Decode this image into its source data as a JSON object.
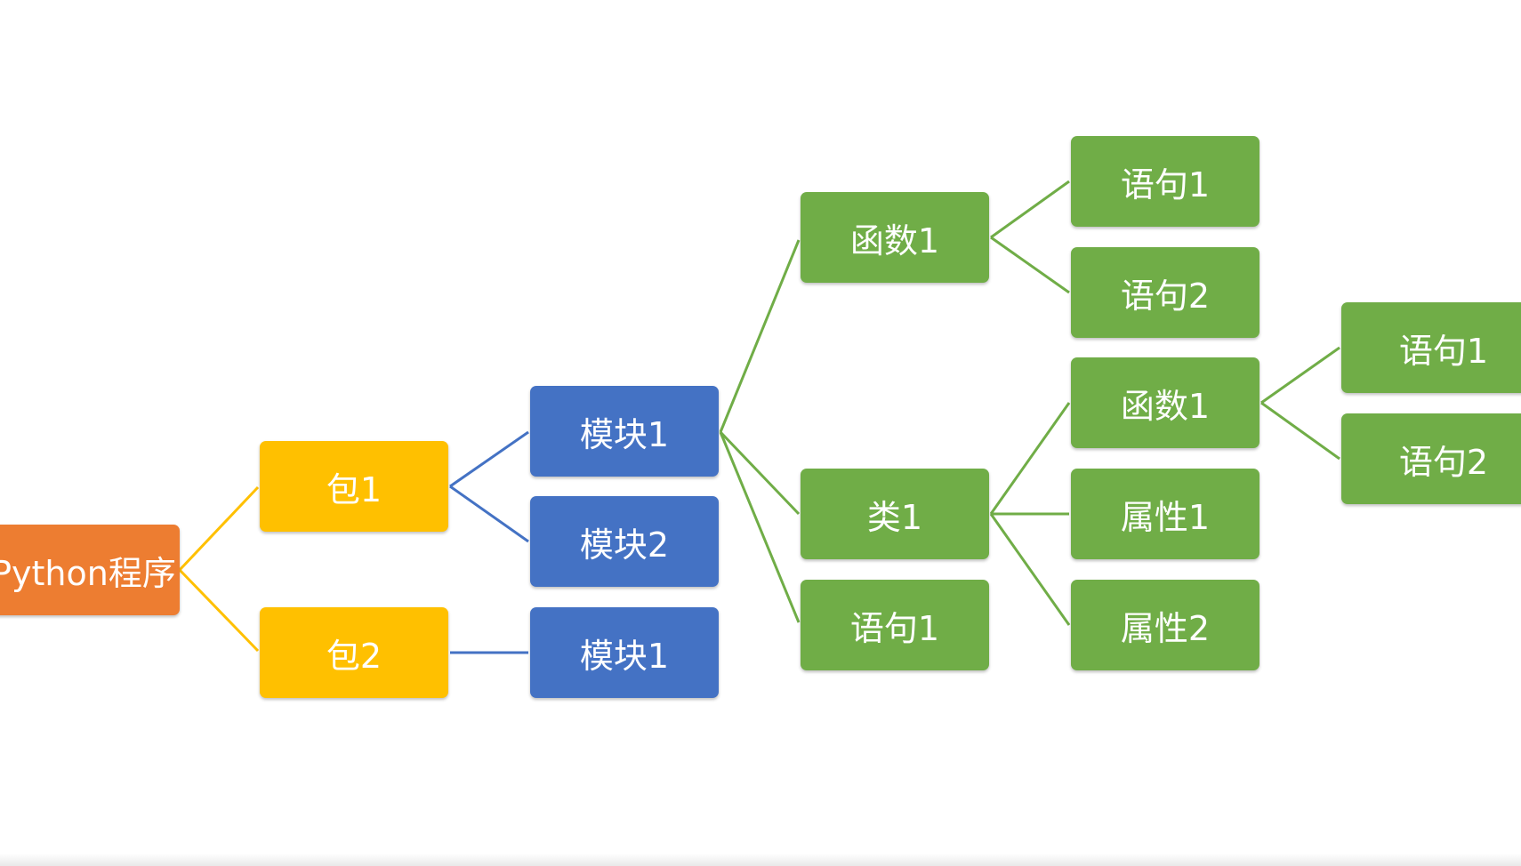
{
  "colors": {
    "root": "#ED7D31",
    "package": "#FFC000",
    "module": "#4472C4",
    "leaf": "#70AD47",
    "text": "#FFFFFF"
  },
  "tree": {
    "root": "Python程序",
    "package_1": {
      "label": "包1",
      "module_1": {
        "label": "模块1",
        "function_1": {
          "label": "函数1",
          "statement_1": "语句1",
          "statement_2": "语句2"
        },
        "class_1": {
          "label": "类1",
          "function_1": {
            "label": "函数1",
            "statement_1": "语句1",
            "statement_2": "语句2"
          },
          "attribute_1": "属性1",
          "attribute_2": "属性2"
        },
        "statement_1": "语句1"
      },
      "module_2": "模块2"
    },
    "package_2": {
      "label": "包2",
      "module_1": "模块1"
    }
  }
}
